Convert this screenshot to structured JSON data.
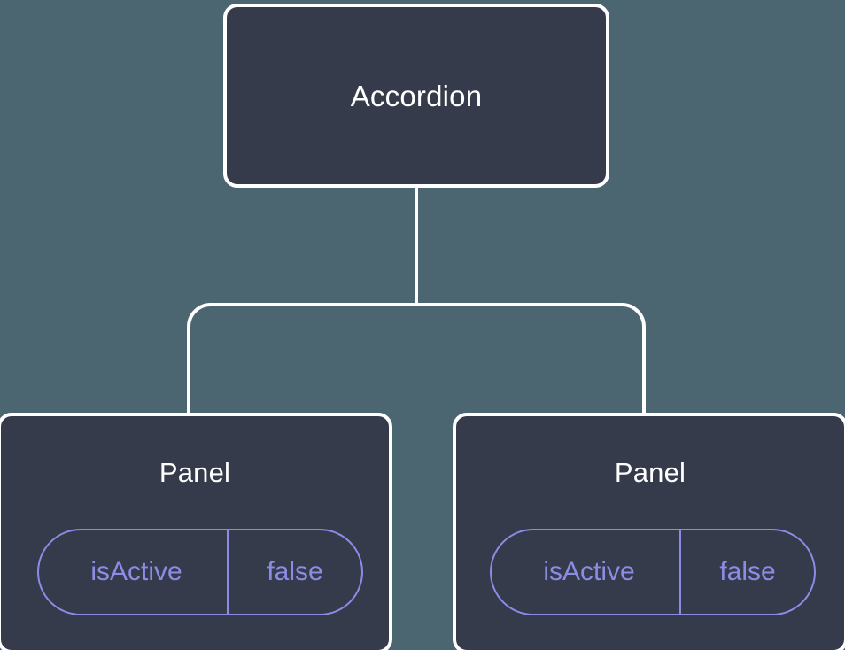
{
  "canvas": {
    "background_color": "#4b6571",
    "node_fill_color": "#353b4a",
    "node_border_color": "#ffffff",
    "edge_color": "#ffffff",
    "title_color": "#ffffff",
    "prop_color": "#8b8ce6"
  },
  "diagram": {
    "type": "component-tree",
    "root": {
      "id": "accordion",
      "title": "Accordion",
      "props": []
    },
    "children": [
      {
        "id": "panel-1",
        "title": "Panel",
        "props": [
          {
            "key": "isActive",
            "value": "false"
          }
        ]
      },
      {
        "id": "panel-2",
        "title": "Panel",
        "props": [
          {
            "key": "isActive",
            "value": "false"
          }
        ]
      }
    ],
    "edges": [
      {
        "from": "accordion",
        "to": "panel-1"
      },
      {
        "from": "accordion",
        "to": "panel-2"
      }
    ]
  }
}
